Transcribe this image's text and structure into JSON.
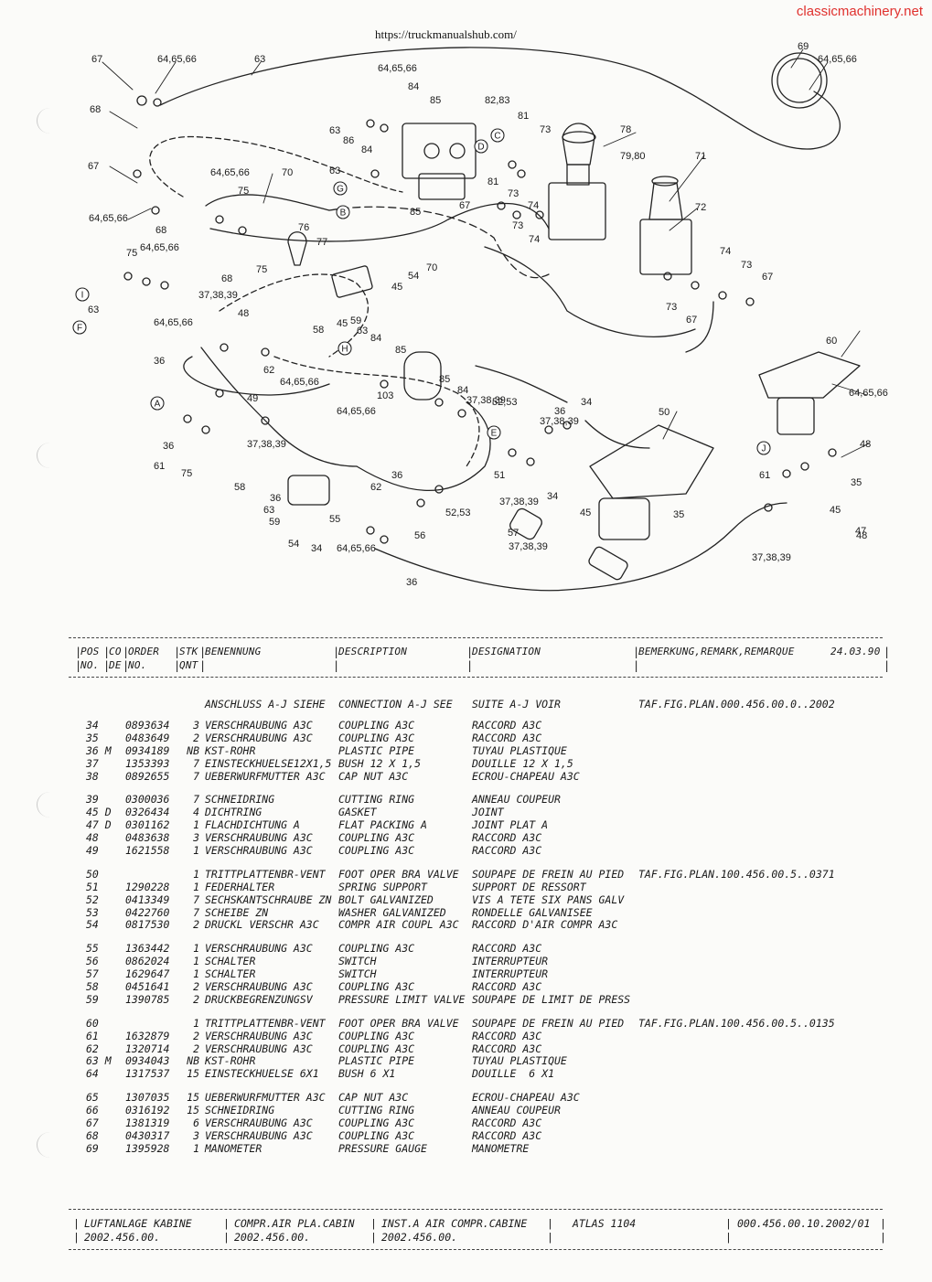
{
  "watermark": "classicmachinery.net",
  "source_url": "https://truckmanualshub.com/",
  "diagram_labels": [
    "67",
    "64,65,66",
    "63",
    "64,65,66",
    "84",
    "85",
    "82,83",
    "69",
    "64,65,66",
    "68",
    "81",
    "73",
    "78",
    "63",
    "86",
    "84",
    "79,80",
    "71",
    "67",
    "64,65,66",
    "70",
    "63",
    "81",
    "73",
    "74",
    "75",
    "72",
    "64,65,66",
    "85",
    "67",
    "73",
    "74",
    "64,65,66",
    "68",
    "76",
    "77",
    "74",
    "73",
    "67",
    "75",
    "75",
    "70",
    "54",
    "68",
    "45",
    "37,38,39",
    "58",
    "59",
    "45",
    "73",
    "67",
    "63",
    "64,65,66",
    "48",
    "63",
    "84",
    "85",
    "60",
    "62",
    "64,65,66",
    "36",
    "85",
    "84",
    "103",
    "64,65,66",
    "37,38,39",
    "52,53",
    "64,65,66",
    "49",
    "34",
    "50",
    "36",
    "37,38,39",
    "36",
    "61",
    "37,38,39",
    "48",
    "75",
    "36",
    "51",
    "35",
    "58",
    "62",
    "34",
    "45",
    "61",
    "36",
    "37,38,39",
    "45",
    "59",
    "63",
    "52,53",
    "35",
    "47",
    "54",
    "34",
    "57",
    "48",
    "55",
    "64,65,66",
    "37,38,39",
    "56",
    "37,38,39",
    "36"
  ],
  "connector_letters": [
    "C",
    "D",
    "G",
    "B",
    "I",
    "F",
    "H",
    "A",
    "E",
    "J"
  ],
  "header": {
    "row1": {
      "pos": "POS",
      "co": "CO",
      "order": "ORDER",
      "stk": "STK",
      "benennung": "BENENNUNG",
      "description": "DESCRIPTION",
      "designation": "DESIGNATION",
      "remark": "BEMERKUNG,REMARK,REMARQUE",
      "date": "24.03.90"
    },
    "row2": {
      "no": "NO.",
      "de": "DE",
      "no2": "NO.",
      "qnt": "QNT"
    }
  },
  "connection": {
    "de": "ANSCHLUSS A-J SIEHE",
    "en": "CONNECTION A-J SEE",
    "fr": "SUITE A-J VOIR",
    "ref": "TAF.FIG.PLAN.000.456.00.0..2002"
  },
  "groups": [
    [
      {
        "pos": "34",
        "order": "0893634",
        "qty": "3",
        "de": "VERSCHRAUBUNG A3C",
        "en": "COUPLING A3C",
        "fr": "RACCORD A3C",
        "rem": ""
      },
      {
        "pos": "35",
        "order": "0483649",
        "qty": "2",
        "de": "VERSCHRAUBUNG A3C",
        "en": "COUPLING A3C",
        "fr": "RACCORD A3C",
        "rem": ""
      },
      {
        "pos": "36 M",
        "order": "0934189",
        "qty": "NB",
        "de": "KST-ROHR",
        "en": "PLASTIC PIPE",
        "fr": "TUYAU PLASTIQUE",
        "rem": ""
      },
      {
        "pos": "37",
        "order": "1353393",
        "qty": "7",
        "de": "EINSTECKHUELSE12X1,5",
        "en": "BUSH 12 X 1,5",
        "fr": "DOUILLE 12 X 1,5",
        "rem": ""
      },
      {
        "pos": "38",
        "order": "0892655",
        "qty": "7",
        "de": "UEBERWURFMUTTER A3C",
        "en": "CAP NUT A3C",
        "fr": "ECROU-CHAPEAU A3C",
        "rem": ""
      }
    ],
    [
      {
        "pos": "39",
        "order": "0300036",
        "qty": "7",
        "de": "SCHNEIDRING",
        "en": "CUTTING RING",
        "fr": "ANNEAU COUPEUR",
        "rem": ""
      },
      {
        "pos": "45 D",
        "order": "0326434",
        "qty": "4",
        "de": "DICHTRING",
        "en": "GASKET",
        "fr": "JOINT",
        "rem": ""
      },
      {
        "pos": "47 D",
        "order": "0301162",
        "qty": "1",
        "de": "FLACHDICHTUNG A",
        "en": "FLAT PACKING A",
        "fr": "JOINT PLAT A",
        "rem": ""
      },
      {
        "pos": "48",
        "order": "0483638",
        "qty": "3",
        "de": "VERSCHRAUBUNG A3C",
        "en": "COUPLING A3C",
        "fr": "RACCORD A3C",
        "rem": ""
      },
      {
        "pos": "49",
        "order": "1621558",
        "qty": "1",
        "de": "VERSCHRAUBUNG A3C",
        "en": "COUPLING A3C",
        "fr": "RACCORD A3C",
        "rem": ""
      }
    ],
    [
      {
        "pos": "50",
        "order": "",
        "qty": "1",
        "de": "TRITTPLATTENBR-VENT",
        "en": "FOOT OPER BRA VALVE",
        "fr": "SOUPAPE DE FREIN AU PIED",
        "rem": "TAF.FIG.PLAN.100.456.00.5..0371"
      },
      {
        "pos": "51",
        "order": "1290228",
        "qty": "1",
        "de": "FEDERHALTER",
        "en": "SPRING SUPPORT",
        "fr": "SUPPORT DE RESSORT",
        "rem": ""
      },
      {
        "pos": "52",
        "order": "0413349",
        "qty": "7",
        "de": "SECHSKANTSCHRAUBE ZN",
        "en": "BOLT GALVANIZED",
        "fr": "VIS A TETE SIX PANS GALV",
        "rem": ""
      },
      {
        "pos": "53",
        "order": "0422760",
        "qty": "7",
        "de": "SCHEIBE ZN",
        "en": "WASHER GALVANIZED",
        "fr": "RONDELLE GALVANISEE",
        "rem": ""
      },
      {
        "pos": "54",
        "order": "0817530",
        "qty": "2",
        "de": "DRUCKL VERSCHR A3C",
        "en": "COMPR AIR COUPL A3C",
        "fr": "RACCORD D'AIR COMPR A3C",
        "rem": ""
      }
    ],
    [
      {
        "pos": "55",
        "order": "1363442",
        "qty": "1",
        "de": "VERSCHRAUBUNG A3C",
        "en": "COUPLING A3C",
        "fr": "RACCORD A3C",
        "rem": ""
      },
      {
        "pos": "56",
        "order": "0862024",
        "qty": "1",
        "de": "SCHALTER",
        "en": "SWITCH",
        "fr": "INTERRUPTEUR",
        "rem": ""
      },
      {
        "pos": "57",
        "order": "1629647",
        "qty": "1",
        "de": "SCHALTER",
        "en": "SWITCH",
        "fr": "INTERRUPTEUR",
        "rem": ""
      },
      {
        "pos": "58",
        "order": "0451641",
        "qty": "2",
        "de": "VERSCHRAUBUNG A3C",
        "en": "COUPLING A3C",
        "fr": "RACCORD A3C",
        "rem": ""
      },
      {
        "pos": "59",
        "order": "1390785",
        "qty": "2",
        "de": "DRUCKBEGRENZUNGSV",
        "en": "PRESSURE LIMIT VALVE",
        "fr": "SOUPAPE DE LIMIT DE PRESS",
        "rem": ""
      }
    ],
    [
      {
        "pos": "60",
        "order": "",
        "qty": "1",
        "de": "TRITTPLATTENBR-VENT",
        "en": "FOOT OPER BRA VALVE",
        "fr": "SOUPAPE DE FREIN AU PIED",
        "rem": "TAF.FIG.PLAN.100.456.00.5..0135"
      },
      {
        "pos": "61",
        "order": "1632879",
        "qty": "2",
        "de": "VERSCHRAUBUNG A3C",
        "en": "COUPLING A3C",
        "fr": "RACCORD A3C",
        "rem": ""
      },
      {
        "pos": "62",
        "order": "1320714",
        "qty": "2",
        "de": "VERSCHRAUBUNG A3C",
        "en": "COUPLING A3C",
        "fr": "RACCORD A3C",
        "rem": ""
      },
      {
        "pos": "63 M",
        "order": "0934043",
        "qty": "NB",
        "de": "KST-ROHR",
        "en": "PLASTIC PIPE",
        "fr": "TUYAU PLASTIQUE",
        "rem": ""
      },
      {
        "pos": "64",
        "order": "1317537",
        "qty": "15",
        "de": "EINSTECKHUELSE 6X1",
        "en": "BUSH 6 X1",
        "fr": "DOUILLE  6 X1",
        "rem": ""
      }
    ],
    [
      {
        "pos": "65",
        "order": "1307035",
        "qty": "15",
        "de": "UEBERWURFMUTTER A3C",
        "en": "CAP NUT A3C",
        "fr": "ECROU-CHAPEAU A3C",
        "rem": ""
      },
      {
        "pos": "66",
        "order": "0316192",
        "qty": "15",
        "de": "SCHNEIDRING",
        "en": "CUTTING RING",
        "fr": "ANNEAU COUPEUR",
        "rem": ""
      },
      {
        "pos": "67",
        "order": "1381319",
        "qty": "6",
        "de": "VERSCHRAUBUNG A3C",
        "en": "COUPLING A3C",
        "fr": "RACCORD A3C",
        "rem": ""
      },
      {
        "pos": "68",
        "order": "0430317",
        "qty": "3",
        "de": "VERSCHRAUBUNG A3C",
        "en": "COUPLING A3C",
        "fr": "RACCORD A3C",
        "rem": ""
      },
      {
        "pos": "69",
        "order": "1395928",
        "qty": "1",
        "de": "MANOMETER",
        "en": "PRESSURE GAUGE",
        "fr": "MANOMETRE",
        "rem": ""
      }
    ]
  ],
  "footer": {
    "de_title": "LUFTANLAGE KABINE",
    "en_title": "COMPR.AIR PLA.CABIN",
    "fr_title": "INST.A AIR COMPR.CABINE",
    "model": "ATLAS 1104",
    "doc_no": "000.456.00.10.2002/01",
    "de_code": "2002.456.00.",
    "en_code": "2002.456.00.",
    "fr_code": "2002.456.00."
  }
}
